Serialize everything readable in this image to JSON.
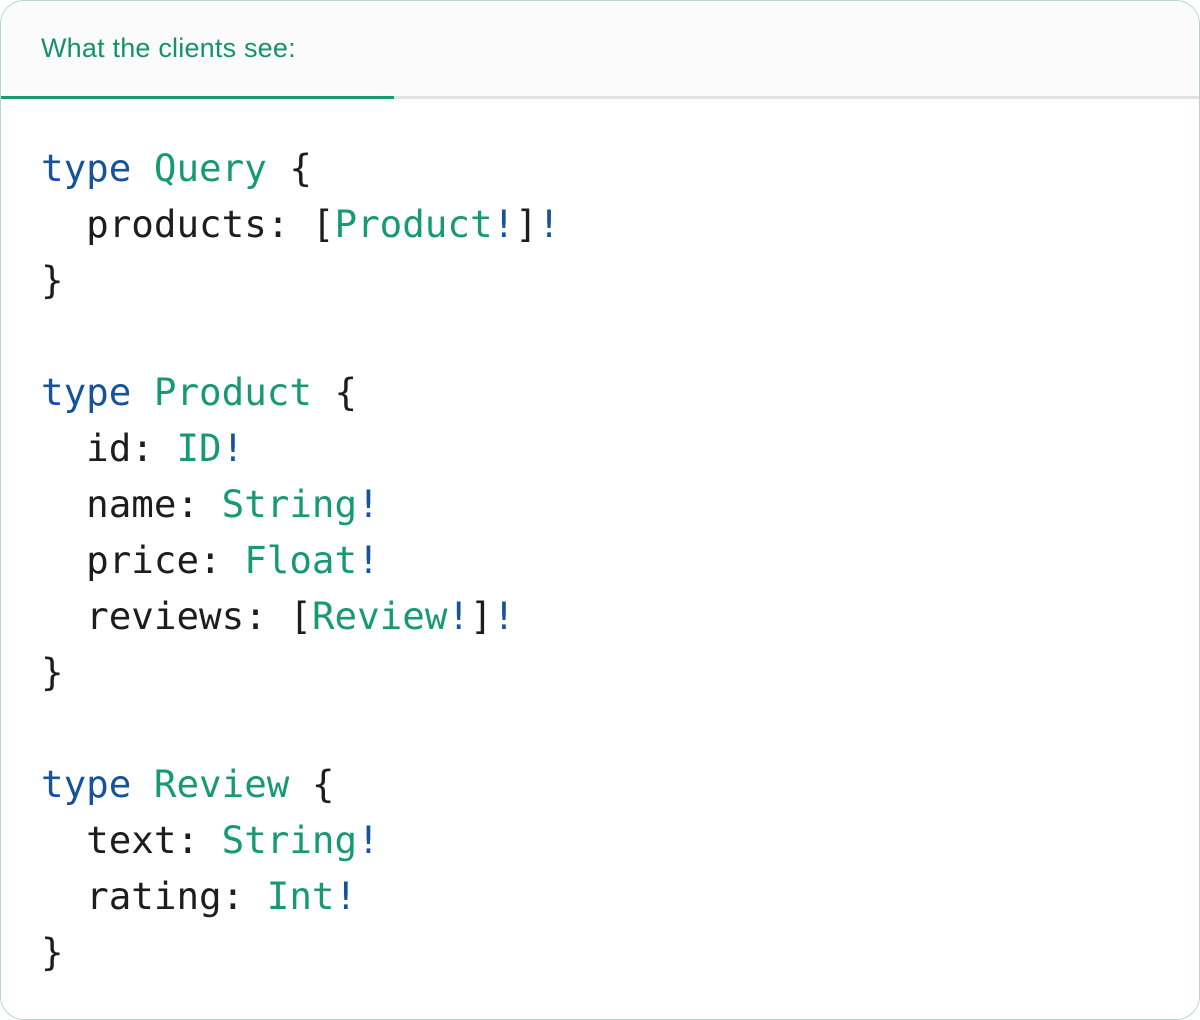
{
  "panel": {
    "tab_label": "What the clients see:"
  },
  "colors": {
    "border_green": "#b9d7c4",
    "header_bg": "#fbfbfb",
    "divider_gray": "#e3e3e3",
    "tab_underline_green": "#199c74",
    "tab_text_green": "#16916d",
    "code_plain": "#1d1d1f",
    "code_green": "#179a73",
    "code_blue": "#15549a"
  },
  "code": {
    "language": "graphql",
    "lines": [
      [
        {
          "text": "type",
          "color": "blue"
        },
        {
          "text": " ",
          "color": "plain"
        },
        {
          "text": "Query",
          "color": "green"
        },
        {
          "text": " {",
          "color": "plain"
        }
      ],
      [
        {
          "text": "  products: [",
          "color": "plain"
        },
        {
          "text": "Product",
          "color": "green"
        },
        {
          "text": "!",
          "color": "blue"
        },
        {
          "text": "]",
          "color": "plain"
        },
        {
          "text": "!",
          "color": "blue"
        }
      ],
      [
        {
          "text": "}",
          "color": "plain"
        }
      ],
      [],
      [
        {
          "text": "type",
          "color": "blue"
        },
        {
          "text": " ",
          "color": "plain"
        },
        {
          "text": "Product",
          "color": "green"
        },
        {
          "text": " {",
          "color": "plain"
        }
      ],
      [
        {
          "text": "  id: ",
          "color": "plain"
        },
        {
          "text": "ID",
          "color": "green"
        },
        {
          "text": "!",
          "color": "blue"
        }
      ],
      [
        {
          "text": "  name: ",
          "color": "plain"
        },
        {
          "text": "String",
          "color": "green"
        },
        {
          "text": "!",
          "color": "blue"
        }
      ],
      [
        {
          "text": "  price: ",
          "color": "plain"
        },
        {
          "text": "Float",
          "color": "green"
        },
        {
          "text": "!",
          "color": "blue"
        }
      ],
      [
        {
          "text": "  reviews: [",
          "color": "plain"
        },
        {
          "text": "Review",
          "color": "green"
        },
        {
          "text": "!",
          "color": "blue"
        },
        {
          "text": "]",
          "color": "plain"
        },
        {
          "text": "!",
          "color": "blue"
        }
      ],
      [
        {
          "text": "}",
          "color": "plain"
        }
      ],
      [],
      [
        {
          "text": "type",
          "color": "blue"
        },
        {
          "text": " ",
          "color": "plain"
        },
        {
          "text": "Review",
          "color": "green"
        },
        {
          "text": " {",
          "color": "plain"
        }
      ],
      [
        {
          "text": "  text: ",
          "color": "plain"
        },
        {
          "text": "String",
          "color": "green"
        },
        {
          "text": "!",
          "color": "blue"
        }
      ],
      [
        {
          "text": "  rating: ",
          "color": "plain"
        },
        {
          "text": "Int",
          "color": "green"
        },
        {
          "text": "!",
          "color": "blue"
        }
      ],
      [
        {
          "text": "}",
          "color": "plain"
        }
      ]
    ]
  }
}
